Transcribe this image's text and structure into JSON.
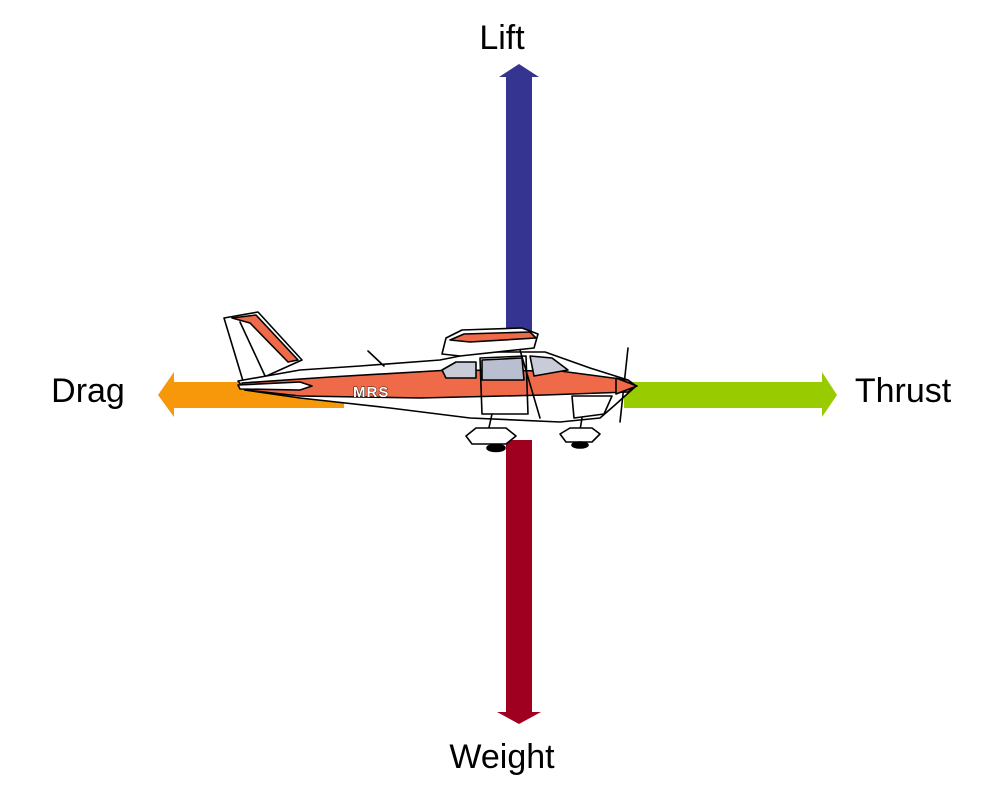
{
  "forces": {
    "lift": {
      "label": "Lift",
      "color": "#353591"
    },
    "weight": {
      "label": "Weight",
      "color": "#a00020"
    },
    "drag": {
      "label": "Drag",
      "color": "#f7970a"
    },
    "thrust": {
      "label": "Thrust",
      "color": "#99cc00"
    }
  },
  "aircraft": {
    "registration": "MRS",
    "body_color": "#ee6a48"
  }
}
